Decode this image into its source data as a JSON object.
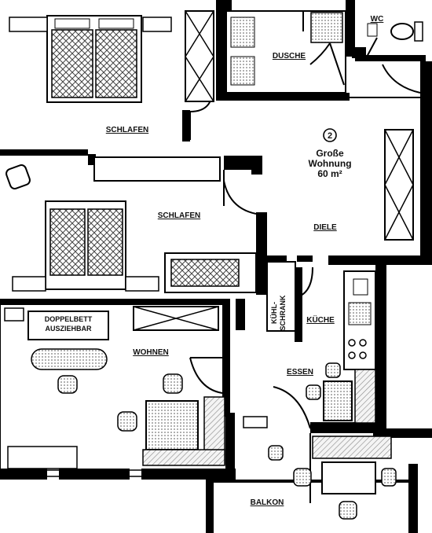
{
  "apartment": {
    "number": "2",
    "name_line1": "Große",
    "name_line2": "Wohnung",
    "area": "60 m²"
  },
  "rooms": {
    "bedroom_1": "SCHLAFEN",
    "bedroom_2": "SCHLAFEN",
    "shower": "DUSCHE",
    "wc": "WC",
    "hall": "DIELE",
    "fridge_line1": "KÜHL-",
    "fridge_line2": "SCHRANK",
    "kitchen": "KÜCHE",
    "living": "WOHNEN",
    "dining": "ESSEN",
    "balcony": "BALKON"
  },
  "furniture": {
    "sofa_bed_line1": "DOPPELBETT",
    "sofa_bed_line2": "AUSZIEHBAR"
  }
}
